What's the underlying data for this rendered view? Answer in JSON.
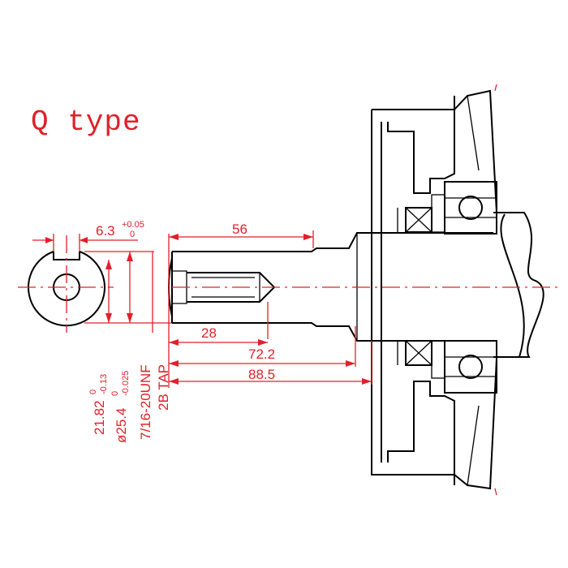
{
  "title": "Q type",
  "dimensions": {
    "keyway_width": "6.3",
    "keyway_width_tol_upper": "+0.05",
    "keyway_width_tol_lower": "0",
    "shaft_length_56": "56",
    "tap_depth": "28",
    "length_72": "72.2",
    "length_88": "88.5",
    "key_height": "21.82",
    "key_height_tol_upper": "0",
    "key_height_tol_lower": "-0.13",
    "diameter": "ø25.4",
    "diameter_tol_upper": "0",
    "diameter_tol_lower": "-0.025",
    "thread": "7/16-20UNF",
    "thread_class": "2B TAP"
  },
  "colors": {
    "dimension": "#e0202a",
    "outline": "#000000"
  }
}
